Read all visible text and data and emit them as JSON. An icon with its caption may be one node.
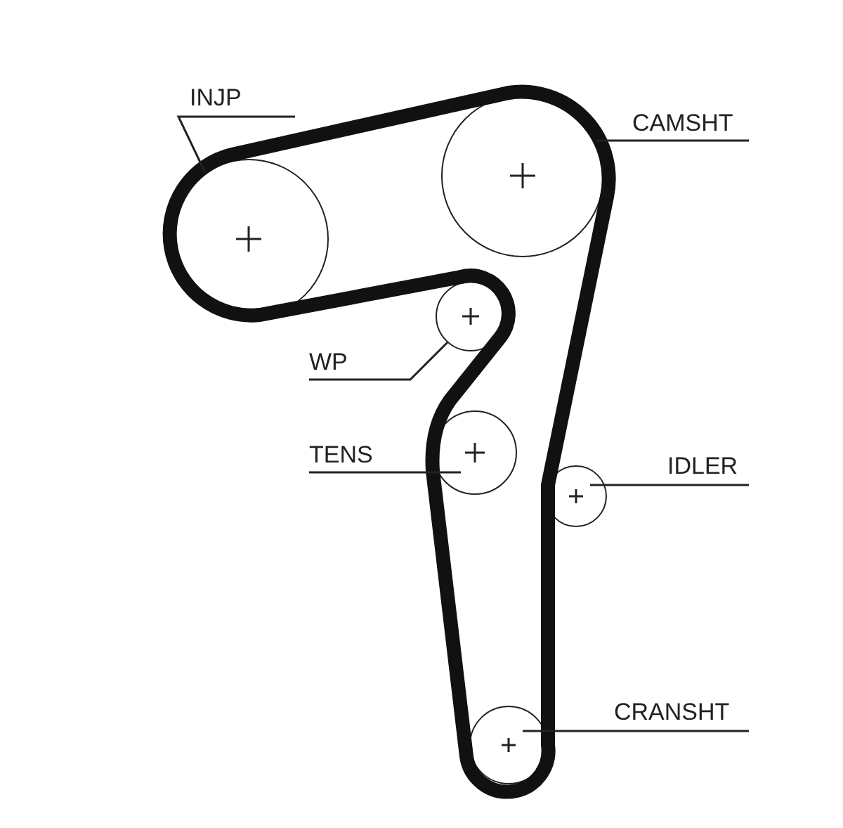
{
  "diagram": {
    "nodes": [
      {
        "text": [
          "INJP"
        ]
      },
      {
        "text": [
          "CAMSHT"
        ]
      },
      {
        "text": [],
        "shape": "circle"
      },
      {
        "text": [],
        "shape": "circle"
      },
      {
        "text": [
          "WP"
        ]
      },
      {
        "text": [],
        "shape": "circle"
      },
      {
        "text": [
          "TENS"
        ]
      },
      {
        "text": [],
        "shape": "circle"
      },
      {
        "text": [
          "IDLER"
        ]
      },
      {
        "text": [],
        "shape": "circle"
      },
      {
        "text": [
          "CRANSHT"
        ]
      },
      {
        "text": [],
        "shape": "circle"
      }
    ],
    "edges": [
      {
        "from": 0,
        "to": 2,
        "arrow": "none"
      },
      {
        "from": 1,
        "to": 3,
        "arrow": "none"
      },
      {
        "from": 4,
        "to": 5,
        "arrow": "none"
      },
      {
        "from": 6,
        "to": 7,
        "arrow": "none"
      },
      {
        "from": 8,
        "to": 9,
        "arrow": "none"
      },
      {
        "from": 10,
        "to": 11,
        "arrow": "none"
      }
    ]
  }
}
